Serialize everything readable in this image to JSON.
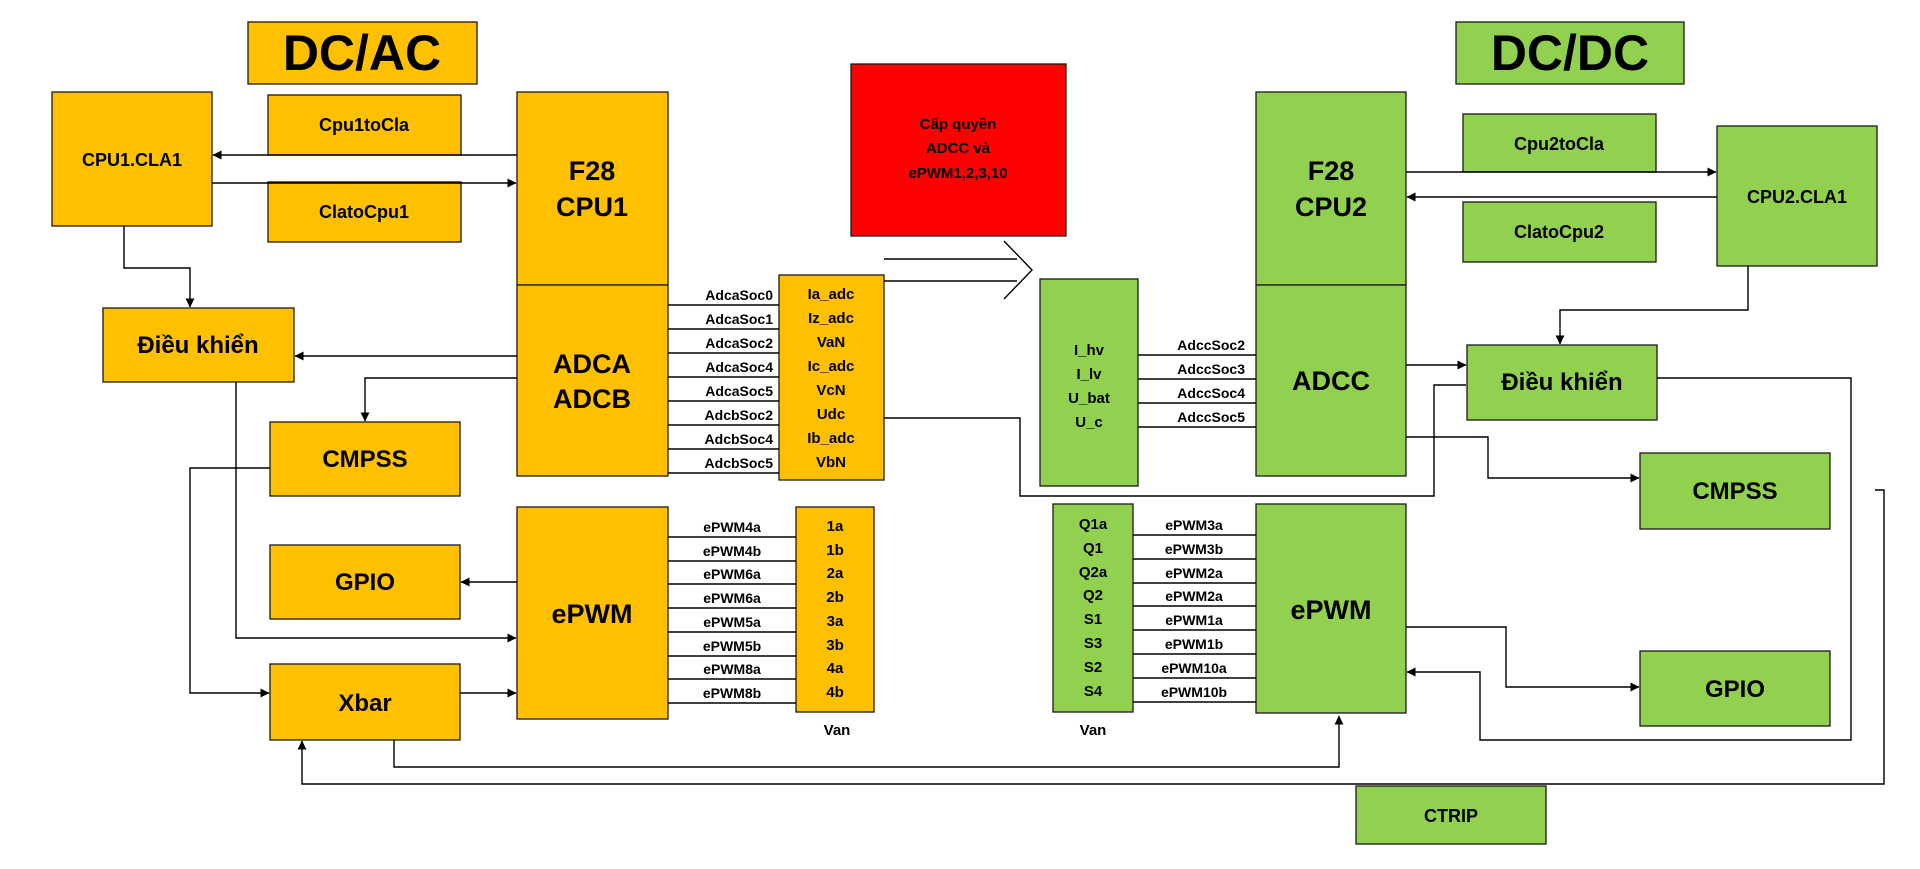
{
  "left": {
    "title": "DC/AC",
    "cpu_cla": "CPU1.CLA1",
    "cpu_to_cla": "Cpu1toCla",
    "cla_to_cpu": "ClatoCpu1",
    "cpu_line1": "F28",
    "cpu_line2": "CPU1",
    "adc_line1": "ADCA",
    "adc_line2": "ADCB",
    "control": "Điều khiển",
    "cmpss": "CMPSS",
    "gpio": "GPIO",
    "xbar": "Xbar",
    "epwm": "ePWM",
    "adc_soc": [
      "AdcaSoc0",
      "AdcaSoc1",
      "AdcaSoc2",
      "AdcaSoc4",
      "AdcaSoc5",
      "AdcbSoc2",
      "AdcbSoc4",
      "AdcbSoc5"
    ],
    "adc_signals": [
      "Ia_adc",
      "Iz_adc",
      "VaN",
      "Ic_adc",
      "VcN",
      "Udc",
      "Ib_adc",
      "VbN"
    ],
    "epwm_signals": [
      "ePWM4a",
      "ePWM4b",
      "ePWM6a",
      "ePWM6a",
      "ePWM5a",
      "ePWM5b",
      "ePWM8a",
      "ePWM8b"
    ],
    "van_items": [
      "1a",
      "1b",
      "2a",
      "2b",
      "3a",
      "3b",
      "4a",
      "4b"
    ],
    "van_label": "Van"
  },
  "center": {
    "grant_line1": "Cấp quyền",
    "grant_line2": "ADCC và",
    "grant_line3": "ePWM1,2,3,10"
  },
  "right": {
    "title": "DC/DC",
    "cpu_cla": "CPU2.CLA1",
    "cpu_to_cla": "Cpu2toCla",
    "cla_to_cpu": "ClatoCpu2",
    "cpu_line1": "F28",
    "cpu_line2": "CPU2",
    "adc": "ADCC",
    "control": "Điều khiển",
    "cmpss": "CMPSS",
    "gpio": "GPIO",
    "ctrip": "CTRIP",
    "epwm": "ePWM",
    "sense_items": [
      "I_hv",
      "I_lv",
      "U_bat",
      "U_c"
    ],
    "adc_soc": [
      "AdccSoc2",
      "AdccSoc3",
      "AdccSoc4",
      "AdccSoc5"
    ],
    "switch_items": [
      "Q1a",
      "Q1",
      "Q2a",
      "Q2",
      "S1",
      "S3",
      "S2",
      "S4"
    ],
    "epwm_signals": [
      "ePWM3a",
      "ePWM3b",
      "ePWM2a",
      "ePWM2a",
      "ePWM1a",
      "ePWM1b",
      "ePWM10a",
      "ePWM10b"
    ],
    "van_label": "Van"
  },
  "colors": {
    "dcac": "#FFC000",
    "dcdc": "#92D050",
    "grant": "#FF0000"
  }
}
